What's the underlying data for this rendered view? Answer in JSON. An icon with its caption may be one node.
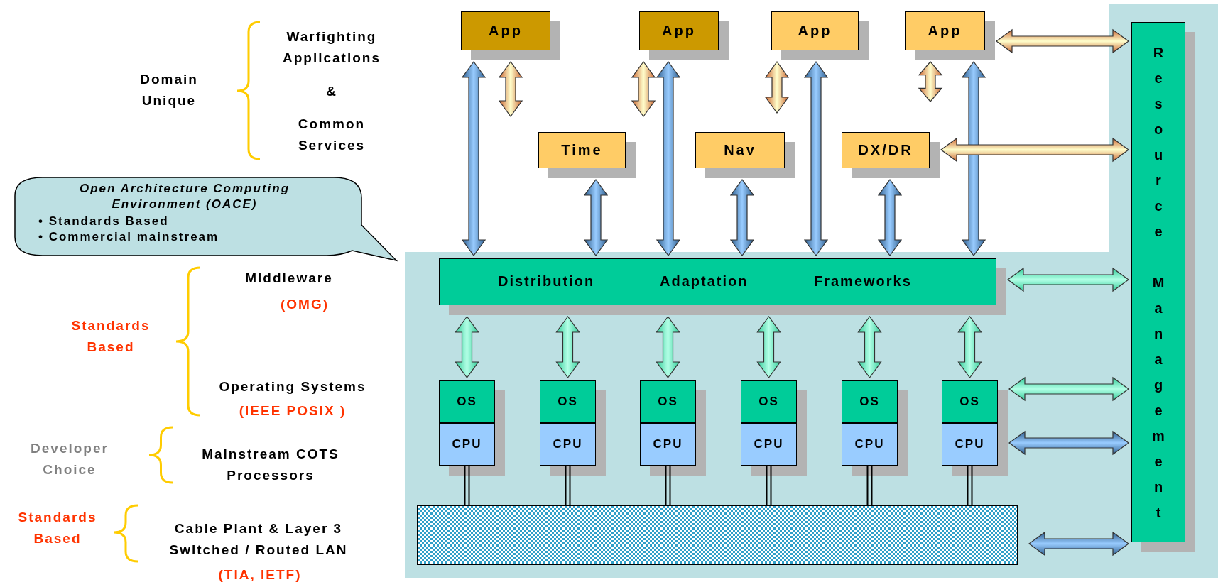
{
  "diagram": {
    "nodes": [
      {
        "text": [
          "App"
        ]
      },
      {
        "text": [
          "App"
        ]
      },
      {
        "text": [
          "App"
        ]
      },
      {
        "text": [
          "App"
        ]
      },
      {
        "text": [
          "Time"
        ]
      },
      {
        "text": [
          "Nav"
        ]
      },
      {
        "text": [
          "DX/DR"
        ]
      },
      {
        "text": [
          "Open Architecture Computing Environment (OACE)",
          "• Standards Based",
          "• Commercial mainstream"
        ]
      },
      {
        "text": [
          "Distribution",
          "Adaptation",
          "Frameworks"
        ]
      },
      {
        "text": [
          "OS"
        ]
      },
      {
        "text": [
          "OS"
        ]
      },
      {
        "text": [
          "OS"
        ]
      },
      {
        "text": [
          "OS"
        ]
      },
      {
        "text": [
          "OS"
        ]
      },
      {
        "text": [
          "OS"
        ]
      },
      {
        "text": [
          "CPU"
        ]
      },
      {
        "text": [
          "CPU"
        ]
      },
      {
        "text": [
          "CPU"
        ]
      },
      {
        "text": [
          "CPU"
        ]
      },
      {
        "text": [
          "CPU"
        ]
      },
      {
        "text": [
          "CPU"
        ]
      },
      {
        "text": [],
        "shape": "box"
      },
      {
        "text": [
          "Resource Management"
        ]
      }
    ],
    "edges": [
      {
        "from": 0,
        "to": null,
        "arrow": "both",
        "color": "#cc6633"
      },
      {
        "from": 1,
        "to": null,
        "arrow": "both",
        "color": "#cc6633"
      },
      {
        "from": 2,
        "to": null,
        "arrow": "both",
        "color": "#cc6633"
      },
      {
        "from": 3,
        "to": null,
        "arrow": "both",
        "color": "#cc6633"
      },
      {
        "from": 0,
        "to": 8,
        "arrow": "both"
      },
      {
        "from": 1,
        "to": 8,
        "arrow": "both"
      },
      {
        "from": 2,
        "to": 8,
        "arrow": "both"
      },
      {
        "from": 3,
        "to": 8,
        "arrow": "both"
      },
      {
        "from": 4,
        "to": 8,
        "arrow": "both"
      },
      {
        "from": 5,
        "to": 8,
        "arrow": "both"
      },
      {
        "from": 6,
        "to": 8,
        "arrow": "both"
      },
      {
        "from": 8,
        "to": 9,
        "arrow": "both",
        "color": "#33cc99"
      },
      {
        "from": 8,
        "to": 10,
        "arrow": "both",
        "color": "#33cc99"
      },
      {
        "from": 8,
        "to": 11,
        "arrow": "both",
        "color": "#33cc99"
      },
      {
        "from": 8,
        "to": 12,
        "arrow": "both",
        "color": "#33cc99"
      },
      {
        "from": 8,
        "to": 13,
        "arrow": "both",
        "color": "#33cc99"
      },
      {
        "from": 8,
        "to": 14,
        "arrow": "both",
        "color": "#33cc99"
      },
      {
        "from": 15,
        "to": 21,
        "arrow": "none",
        "color": "#000000"
      },
      {
        "from": 16,
        "to": 21,
        "arrow": "none",
        "color": "#000000"
      },
      {
        "from": 17,
        "to": 21,
        "arrow": "none",
        "color": "#000000"
      },
      {
        "from": 18,
        "to": 21,
        "arrow": "none",
        "color": "#000000"
      },
      {
        "from": 19,
        "to": 21,
        "arrow": "none",
        "color": "#000000"
      },
      {
        "from": 20,
        "to": 21,
        "arrow": "none",
        "color": "#000000"
      },
      {
        "from": 3,
        "to": 22,
        "arrow": "both",
        "color": "#cc6633"
      },
      {
        "from": 6,
        "to": 22,
        "arrow": "both",
        "color": "#cc6633"
      },
      {
        "from": 8,
        "to": 22,
        "arrow": "both",
        "color": "#33cc99"
      },
      {
        "from": 14,
        "to": 22,
        "arrow": "both",
        "color": "#33cc99"
      },
      {
        "from": 20,
        "to": 22,
        "arrow": "both"
      },
      {
        "from": 21,
        "to": 22,
        "arrow": "both"
      }
    ],
    "labels": [
      "Warfighting Applications",
      "Domain Unique",
      "&",
      "Common Services",
      "Middleware",
      "(OMG)",
      "Standards Based",
      "Operating Systems",
      "(IEEE POSIX )",
      "Developer Choice",
      "Mainstream COTS Processors",
      "Standards Based",
      "Cable Plant & Layer 3 Switched / Routed LAN",
      "(TIA, IETF)"
    ]
  }
}
